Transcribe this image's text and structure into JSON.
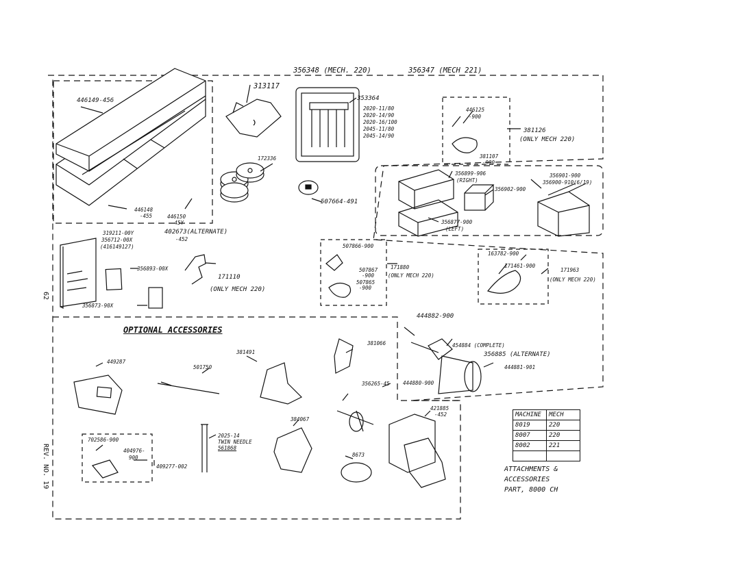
{
  "header": {
    "mech220": "356348 (MECH. 220)",
    "mech221": "356347 (MECH 221)"
  },
  "parts": {
    "p446149": "446149-456",
    "p313117": "313117",
    "p353364": "353364",
    "needle_list": [
      "2020-11/80",
      "2020-14/90",
      "2020-16/100",
      "2045-11/80",
      "2045-14/90"
    ],
    "p446125": "446125",
    "p446125_sub": "-900",
    "p381126": "381126",
    "only220_a": "(ONLY MECH 220)",
    "p381107": "381107",
    "p381107_sub": "-900",
    "p172336": "172336",
    "p507664": "507664-491",
    "p446148": "446148",
    "p446148_sub": "-455",
    "p446150": "446150",
    "p446150_sub": "-45Y",
    "p402673": "402673(ALTERNATE)",
    "p402673_sub": "-452",
    "p319211": "319211-00Y",
    "p356712": "356712-00X",
    "p416149": "(416149127)",
    "p356893": "356893-00X",
    "p171110": "171110",
    "only220_b": "(ONLY MECH 220)",
    "p356873": "356873-90X",
    "p356899": "356899-906",
    "p356899_sub": "(RIGHT)",
    "p356901": "356901-900",
    "p356901_sub": "356900-910(6/19)",
    "p356902": "356902-900",
    "p356877": "356877-900",
    "p356877_sub": "(LEFT)",
    "p507866": "507866-900",
    "p507867": "507867",
    "p507867_sub": "-900",
    "p507865": "507865",
    "p507865_sub": "-900",
    "p171880": "171880",
    "only220_c": "(ONLY MECH 220)",
    "p163782": "163782-900",
    "p171461": "171461-900",
    "p171963": "171963",
    "only220_d": "(ONLY MECH 220)",
    "p444882": "444882-900",
    "p454884": "454884 (COMPLETE)",
    "p356885": "356885 (ALTERNATE)",
    "p444881": "444881-901",
    "p444880": "444880-900",
    "p381066": "381066",
    "p381491": "381491",
    "p449287": "449287",
    "p501750": "501750",
    "p356265": "356265-45",
    "p421885": "421885",
    "p421885_sub": "-452",
    "p384067": "384067",
    "p702586": "702586-900",
    "p404976": "404976-",
    "p404976_sub": "900",
    "p409277": "409277-002",
    "p2025": "2025-14",
    "twin_needle": "TWIN NEEDLE",
    "p561868": "561868",
    "p8673": "8673"
  },
  "optional_heading": "OPTIONAL ACCESSORIES",
  "side_marks": {
    "page": "62",
    "rev": "REV. NO. 19"
  },
  "mech_table": {
    "headers": [
      "MACHINE",
      "MECH"
    ],
    "rows": [
      [
        "8019",
        "220"
      ],
      [
        "8007",
        "220"
      ],
      [
        "8002",
        "221"
      ],
      [
        "",
        ""
      ]
    ]
  },
  "caption": [
    "ATTACHMENTS &",
    "ACCESSORIES",
    "PART, 8000 CH"
  ]
}
